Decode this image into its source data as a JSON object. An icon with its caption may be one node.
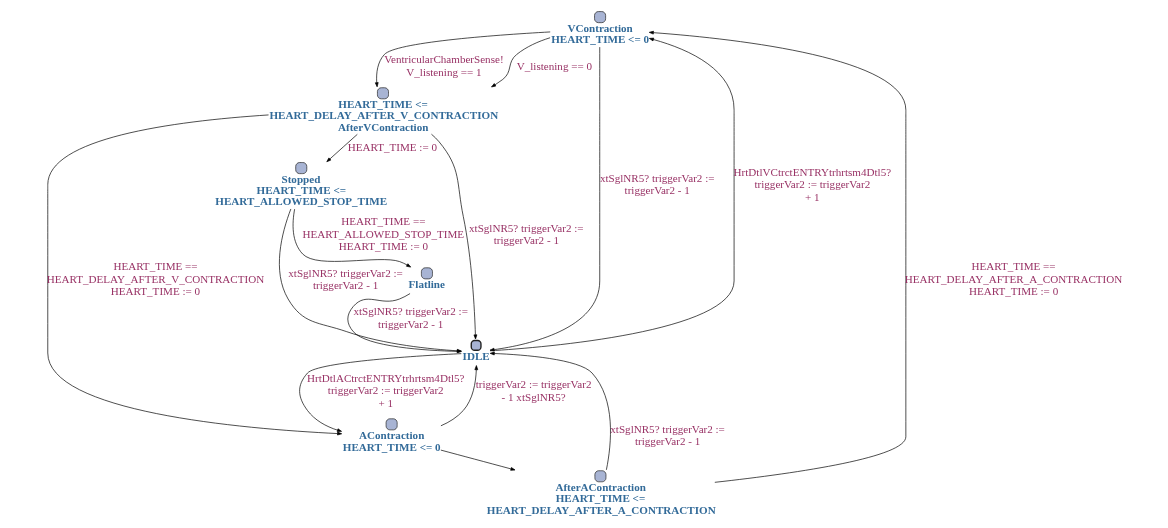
{
  "diagram": {
    "nodes": [
      {
        "text": [],
        "shape": "circle",
        "beside": [
          "VContraction",
          "HEART_TIME <= 0"
        ]
      },
      {
        "text": [],
        "shape": "circle",
        "beside": [
          "HEART_TIME <= HEART_DELAY_AFTER_V_CONTRACTION",
          "AfterVContraction"
        ]
      },
      {
        "text": [],
        "shape": "doublecircle",
        "beside": [
          "IDLE"
        ]
      },
      {
        "text": [],
        "shape": "circle",
        "beside": [
          "Stopped",
          "HEART_TIME <= HEART_ALLOWED_STOP_TIME"
        ]
      },
      {
        "text": [],
        "shape": "circle",
        "beside": [
          "Flatline"
        ]
      },
      {
        "text": [],
        "shape": "circle",
        "beside": [
          "AContraction",
          "HEART_TIME <= 0"
        ]
      },
      {
        "text": [],
        "shape": "circle",
        "beside": [
          "AfterAContraction",
          "HEART_TIME <= HEART_DELAY_AFTER_A_CONTRACTION"
        ]
      }
    ],
    "edges": [
      {
        "from": 0,
        "to": 1,
        "arrow": "to",
        "label": "VentricularChamberSense! V_listening == 1"
      },
      {
        "from": 0,
        "to": 1,
        "arrow": "to",
        "label": "V_listening == 0"
      },
      {
        "from": 6,
        "to": 0,
        "arrow": "to",
        "label": "HEART_TIME == HEART_DELAY_AFTER_A_CONTRACTION HEART_TIME := 0"
      },
      {
        "from": 1,
        "to": 5,
        "arrow": "to",
        "label": "HEART_TIME == HEART_DELAY_AFTER_V_CONTRACTION HEART_TIME := 0"
      },
      {
        "from": 1,
        "to": 3,
        "arrow": "to",
        "label": "HEART_TIME := 0"
      },
      {
        "from": 3,
        "to": 4,
        "arrow": "to",
        "label": "HEART_TIME == HEART_ALLOWED_STOP_TIME HEART_TIME := 0"
      },
      {
        "from": 0,
        "to": 2,
        "arrow": "to",
        "label": "xtSglNR5? triggerVar2 := triggerVar2 - 1"
      },
      {
        "from": 1,
        "to": 2,
        "arrow": "to",
        "label": "xtSglNR5? triggerVar2 := triggerVar2 - 1"
      },
      {
        "from": 3,
        "to": 2,
        "arrow": "to",
        "label": "xtSglNR5? triggerVar2 := triggerVar2 - 1"
      },
      {
        "from": 4,
        "to": 2,
        "arrow": "to",
        "label": "xtSglNR5? triggerVar2 := triggerVar2 - 1"
      },
      {
        "from": 6,
        "to": 2,
        "arrow": "to",
        "label": "xtSglNR5? triggerVar2 := triggerVar2 - 1"
      },
      {
        "from": 2,
        "to": 0,
        "arrow": "to",
        "label": "HrtDtlVCtrctENTRYtrhrtsm4Dtl5? triggerVar2 := triggerVar2 + 1"
      },
      {
        "from": 2,
        "to": 5,
        "arrow": "to",
        "label": "HrtDtlACtrctENTRYtrhrtsm4Dtl5? triggerVar2 := triggerVar2 + 1"
      },
      {
        "from": 5,
        "to": 2,
        "arrow": "to",
        "label": "triggerVar2 := triggerVar2 - 1 xtSglNR5?"
      },
      {
        "from": 5,
        "to": 6,
        "arrow": "to"
      }
    ]
  }
}
